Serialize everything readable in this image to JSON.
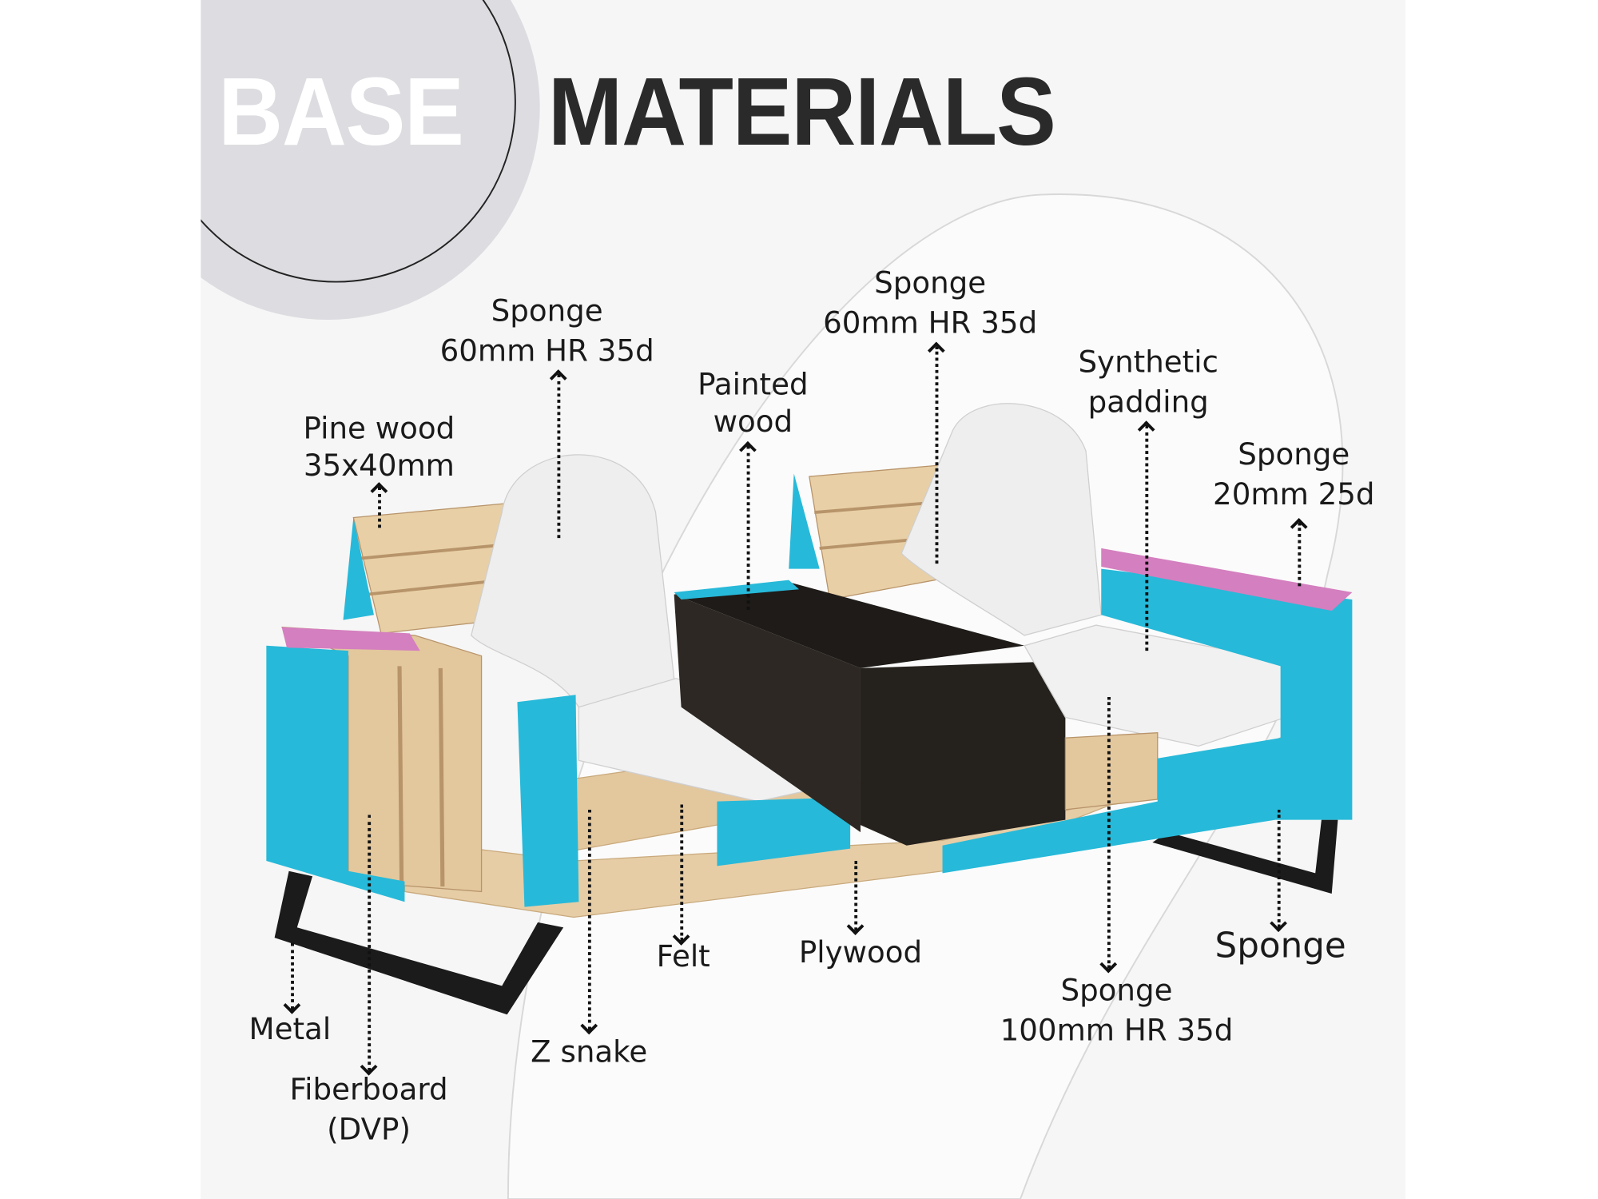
{
  "title": {
    "word1": "BASE",
    "word2": "MATERIALS"
  },
  "colors": {
    "sponge_cyan": "#27b9d9",
    "sponge_pink": "#d47fbf",
    "wood": "#e3c79d",
    "dark_wood": "#2a2520",
    "metal": "#1b1b1b",
    "foam_white": "#ececec"
  },
  "labels": {
    "sponge_left": {
      "line1": "Sponge",
      "line2": "60mm HR 35d"
    },
    "sponge_right": {
      "line1": "Sponge",
      "line2": "60mm HR 35d"
    },
    "painted_wood": {
      "line1": "Painted",
      "line2": "wood"
    },
    "synthetic_padding": {
      "line1": "Synthetic",
      "line2": "padding"
    },
    "pine_wood": {
      "line1": "Pine wood",
      "line2": "35x40mm"
    },
    "sponge_arm": {
      "line1": "Sponge",
      "line2": "20mm 25d"
    },
    "metal": "Metal",
    "fiberboard": {
      "line1": "Fiberboard",
      "line2": "(DVP)"
    },
    "z_snake": "Z snake",
    "felt": "Felt",
    "plywood": "Plywood",
    "sponge_seat": {
      "line1": "Sponge",
      "line2": "100mm HR 35d"
    },
    "sponge_side": "Sponge"
  }
}
